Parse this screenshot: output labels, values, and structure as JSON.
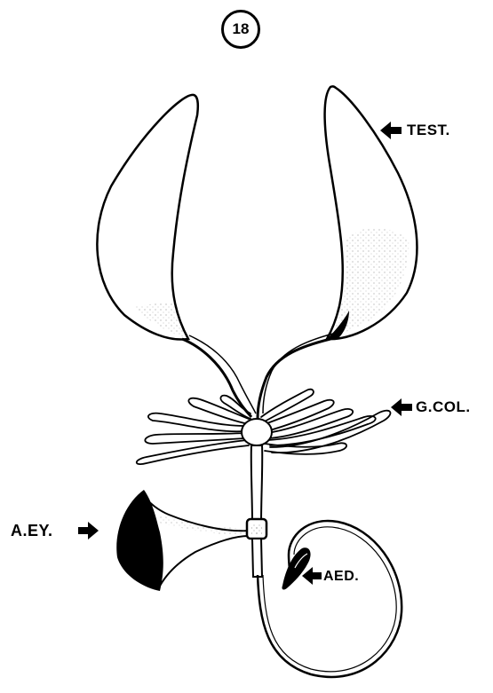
{
  "figure": {
    "number": "18",
    "labels": {
      "testis": "TEST.",
      "collateral_glands": "G.COL.",
      "ejaculatory_apodeme": "A.EY.",
      "aedeagus": "AED."
    }
  }
}
